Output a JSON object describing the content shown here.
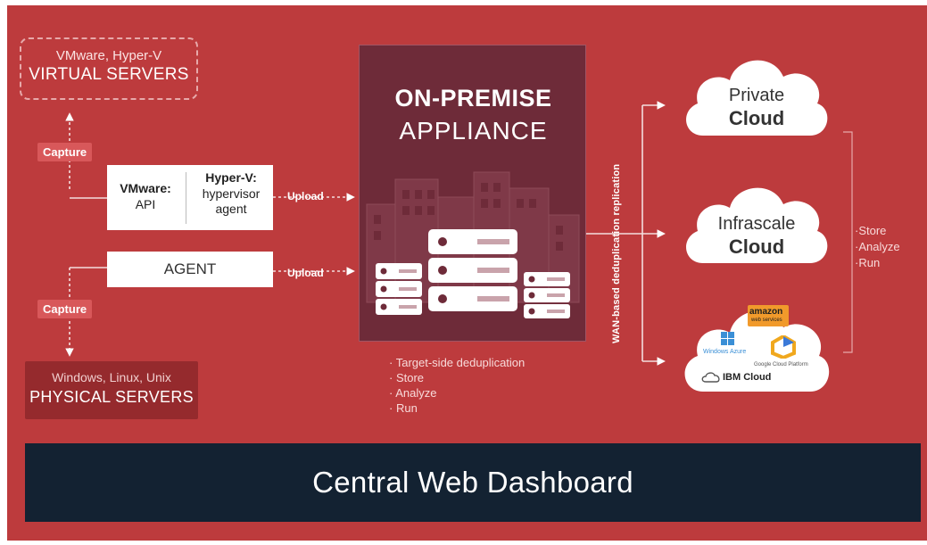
{
  "virtual_servers": {
    "line1": "VMware, Hyper-V",
    "line2": "VIRTUAL SERVERS"
  },
  "capture_label": "Capture",
  "hypervisor_box": {
    "vmware_title": "VMware:",
    "vmware_sub": "API",
    "hyperv_title": "Hyper-V:",
    "hyperv_sub1": "hypervisor",
    "hyperv_sub2": "agent"
  },
  "agent_label": "AGENT",
  "upload_label": "Upload",
  "physical_servers": {
    "line1": "Windows, Linux, Unix",
    "line2": "PHYSICAL SERVERS"
  },
  "appliance": {
    "title_line1": "ON-PREMISE",
    "title_line2": "APPLIANCE",
    "features": [
      "Target-side deduplication",
      "Store",
      "Analyze",
      "Run"
    ]
  },
  "wan_label": "WAN-based deduplication replication",
  "private_cloud": {
    "line1": "Private",
    "line2": "Cloud"
  },
  "infrascale_cloud": {
    "line1": "Infrascale",
    "line2": "Cloud"
  },
  "public_cloud": {
    "logo_amazon": "amazon",
    "logo_amazon_sub": "web services",
    "logo_azure": "Windows Azure",
    "logo_google": "Google Cloud Platform",
    "logo_ibm": "IBM Cloud"
  },
  "cloud_features": [
    "Store",
    "Analyze",
    "Run"
  ],
  "dashboard_label": "Central Web Dashboard",
  "colors": {
    "background_red": "#bd3b3d",
    "appliance_maroon": "#6e2b39",
    "physical_box": "#952a2d",
    "capture_pill": "#d8585a",
    "dashboard_navy": "#132232"
  }
}
